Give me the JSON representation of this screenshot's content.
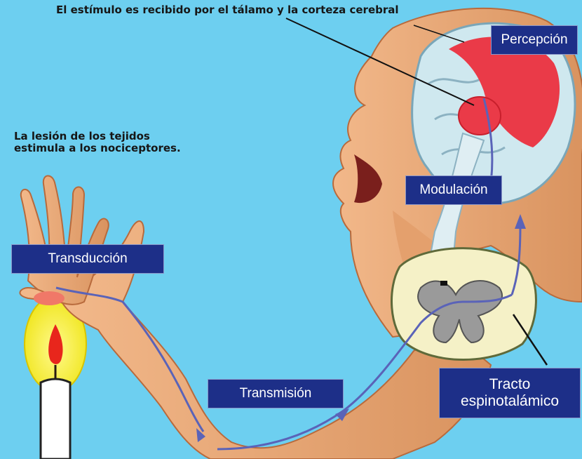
{
  "annotations": {
    "top_note": "El estímulo es recibido por el tálamo y la corteza cerebral",
    "tissue_note_line1": "La lesión de los tejidos",
    "tissue_note_line2": "estimula a los nociceptores."
  },
  "stages": {
    "percepcion": "Percepción",
    "modulacion": "Modulación",
    "transduccion": "Transducción",
    "transmision": "Transmisión",
    "tracto_line1": "Tracto",
    "tracto_line2": "espinotalámico"
  },
  "colors": {
    "sky": "#6dcff0",
    "skin": "#e8a878",
    "label_bg": "#1d2f88",
    "brain_red": "#ea3a48",
    "pathway": "#5a63b8",
    "flame_yellow": "#f4ee2a"
  }
}
